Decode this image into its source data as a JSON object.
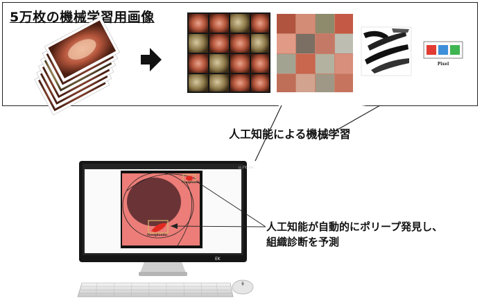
{
  "title": "5万枚の機械学習用画像",
  "caption_ml": "人工知能による機械学習",
  "caption_detect": [
    "人工知能が自動的にポリープ発見し、",
    "組織診断を予測"
  ],
  "pixel_label": "Pixel",
  "pixel_colors": [
    "#e23b33",
    "#3d8fd9",
    "#3fb552"
  ],
  "monitor": {
    "brand_text": "LL FTCOME",
    "logo_text": "EK",
    "screen_color": "#fafafa",
    "frame_color": "#151515",
    "bezel_color": "#232323"
  },
  "endoscopy": {
    "mucosa_color": "#ec7d78",
    "lumen_color": "#6a3437",
    "lesion_color": "#e02a20",
    "box_color": "#d6b96a",
    "labels": [
      "Neoplastic",
      "Neoplastic"
    ]
  },
  "arrow_icon": "right-arrow-icon"
}
